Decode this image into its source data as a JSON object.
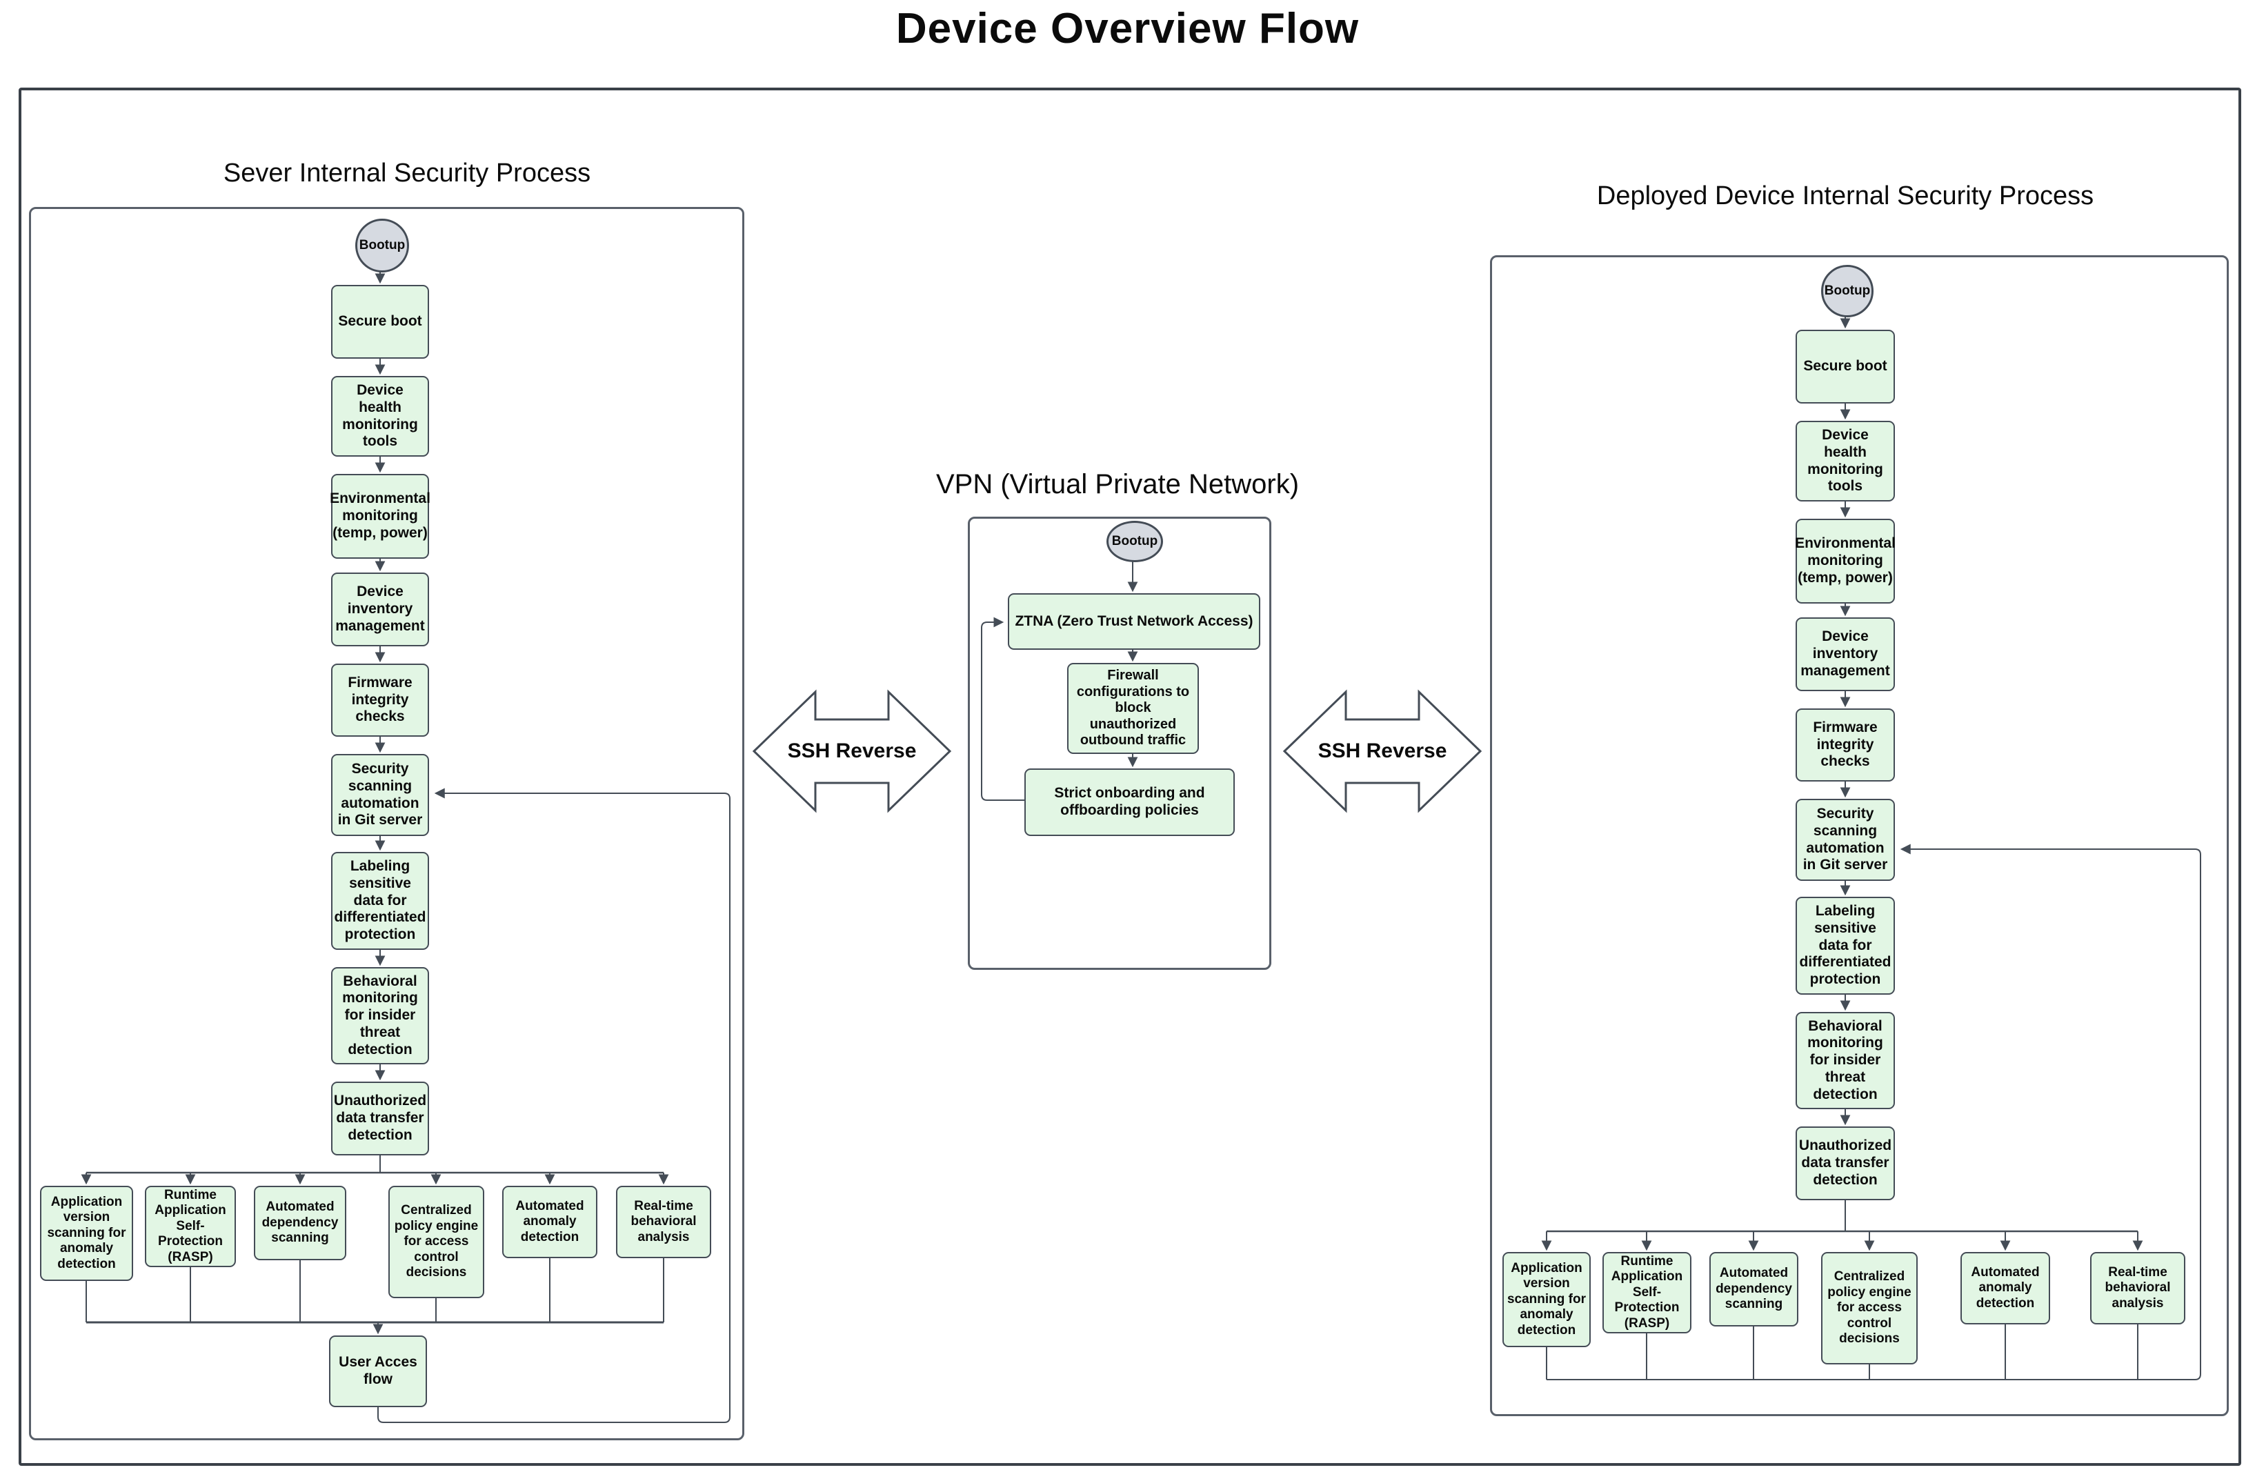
{
  "title": "Device Overview Flow",
  "left_panel": {
    "header": "Sever Internal Security Process",
    "start": "Bootup",
    "chain": [
      "Secure boot",
      "Device health monitoring tools",
      "Environmental monitoring (temp, power)",
      "Device inventory management",
      "Firmware integrity checks",
      "Security scanning automation in Git server",
      "Labeling sensitive data for differentiated protection",
      "Behavioral monitoring for insider threat detection",
      "Unauthorized data transfer detection"
    ],
    "branches": [
      "Application version scanning for anomaly detection",
      "Runtime Application Self-Protection (RASP)",
      "Automated dependency scanning",
      "Centralized policy engine for access control decisions",
      "Automated anomaly detection",
      "Real-time behavioral analysis"
    ],
    "end_node": "User Acces flow"
  },
  "vpn_panel": {
    "header": "VPN (Virtual Private Network)",
    "start": "Bootup",
    "chain": [
      "ZTNA (Zero Trust Network Access)",
      "Firewall configurations to block unauthorized outbound traffic",
      "Strict onboarding and offboarding policies"
    ]
  },
  "right_panel": {
    "header": "Deployed Device Internal Security Process",
    "start": "Bootup",
    "chain": [
      "Secure boot",
      "Device health monitoring tools",
      "Environmental monitoring (temp, power)",
      "Device inventory management",
      "Firmware integrity checks",
      "Security scanning automation in Git server",
      "Labeling sensitive data for differentiated protection",
      "Behavioral monitoring for insider threat detection",
      "Unauthorized data transfer detection"
    ],
    "branches": [
      "Application version scanning for anomaly detection",
      "Runtime Application Self-Protection (RASP)",
      "Automated dependency scanning",
      "Centralized policy engine for access control decisions",
      "Automated anomaly detection",
      "Real-time behavioral analysis"
    ]
  },
  "connectors": {
    "ssh_left": "SSH Reverse",
    "ssh_right": "SSH Reverse"
  },
  "colors": {
    "node_fill": "#e2f6e4",
    "node_border": "#444c56",
    "start_fill": "#d6dae1",
    "line": "#444c56",
    "panel_border": "#59606a"
  }
}
